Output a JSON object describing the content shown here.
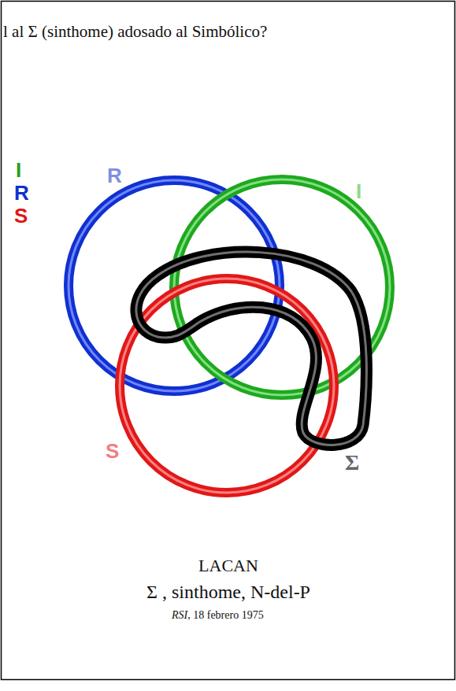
{
  "diagram": {
    "title": "l al Σ (sinthome) adosado al Simbólico?",
    "labels": [
      "I",
      "R",
      "S",
      "R",
      "I",
      "S",
      "Σ",
      "LACAN",
      "Σ , sinthome, N-del-P",
      "RSI, 18 febrero 1975"
    ]
  }
}
